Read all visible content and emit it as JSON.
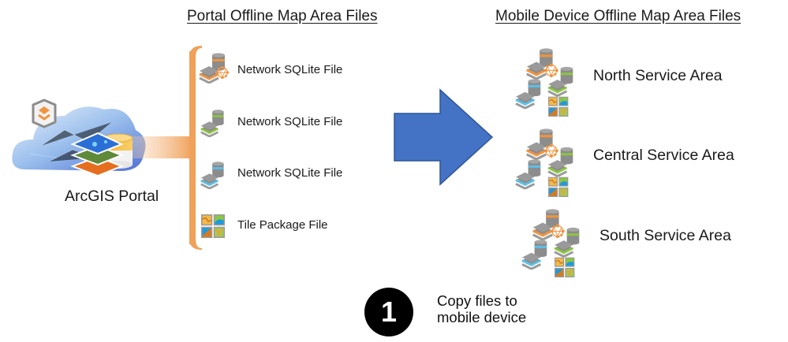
{
  "headings": {
    "portal": "Portal Offline Map Area Files",
    "mobile": "Mobile Device Offline Map Area Files"
  },
  "portal": {
    "label": "ArcGIS Portal",
    "icon": "cloud-portal-icon"
  },
  "portal_files": [
    {
      "label": "Network SQLite File",
      "icon": "network-sqlite-icon",
      "accent": "#f0943f"
    },
    {
      "label": "Network SQLite File",
      "icon": "sqlite-layers-icon",
      "accent": "#8cc63f"
    },
    {
      "label": "Network SQLite File",
      "icon": "sqlite-layers-icon",
      "accent": "#5bc0e8"
    },
    {
      "label": "Tile Package File",
      "icon": "tile-package-icon",
      "accent": "#f5b942"
    }
  ],
  "mobile_areas": [
    {
      "label": "North Service Area",
      "icon": "map-area-bundle-icon"
    },
    {
      "label": "Central Service Area",
      "icon": "map-area-bundle-icon"
    },
    {
      "label": "South Service Area",
      "icon": "map-area-bundle-icon"
    }
  ],
  "step": {
    "number": "1",
    "line1": "Copy files to",
    "line2": "mobile device"
  },
  "colors": {
    "bracket": "#f0a15a",
    "arrow": "#4472c4",
    "arrow_stroke": "#2f5597",
    "gray": "#8c8c8c",
    "orange": "#f0943f",
    "green": "#8cc63f",
    "blue": "#5bc0e8"
  }
}
